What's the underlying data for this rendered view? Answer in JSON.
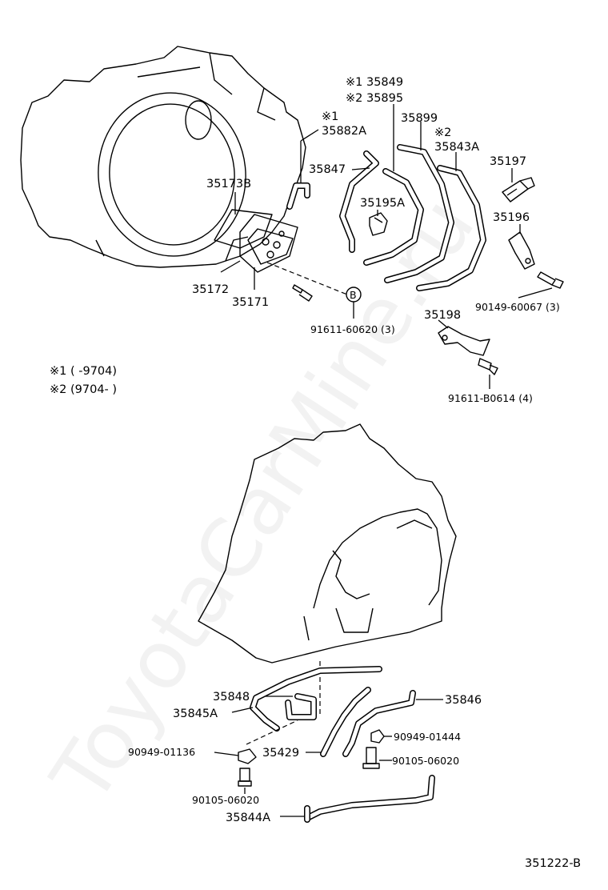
{
  "watermark": "ToyotaCarMine.ru",
  "diagram_code": "351222-B",
  "legend": {
    "line1": "※1 (      -9704)",
    "line2": "※2 (9704-      )"
  },
  "labels": {
    "p35849": "※1 35849",
    "p35895": "※2 35895",
    "p35882a_note": "※1",
    "p35882a": "35882A",
    "p35899": "35899",
    "p35843a_note": "※2",
    "p35843a": "35843A",
    "p35847": "35847",
    "p35173b": "35173B",
    "p35195a": "35195A",
    "p35197": "35197",
    "p35196": "35196",
    "p35172": "35172",
    "p35171": "35171",
    "p90149": "90149-60067 (3)",
    "ref_b": "B",
    "p91611_60620": "91611-60620 (3)",
    "p35198": "35198",
    "p91611_b0614": "91611-B0614 (4)",
    "p35848": "35848",
    "p35845a": "35845A",
    "p35846": "35846",
    "p90949_01444": "90949-01444",
    "p90949_01136": "90949-01136",
    "p35429": "35429",
    "p90105_06020_r": "90105-06020",
    "p90105_06020_l": "90105-06020",
    "p35844a": "35844A"
  }
}
